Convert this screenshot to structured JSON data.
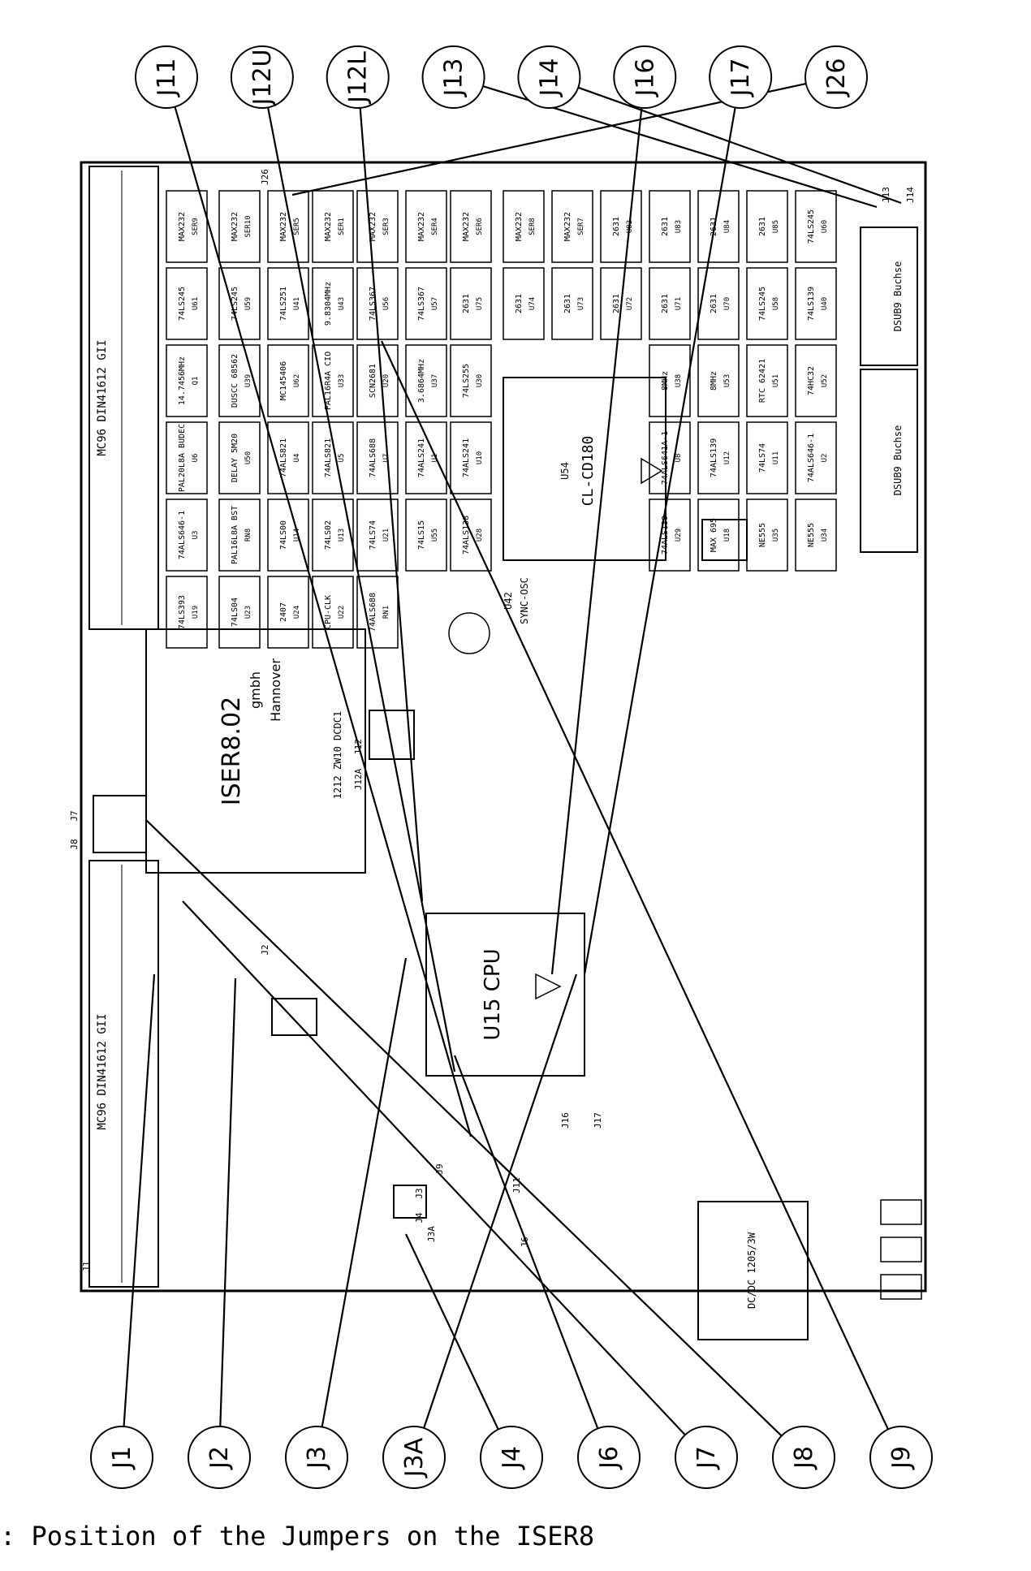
{
  "caption": ": Position of the Jumpers on the ISER8",
  "board": {
    "top_connector_label": "MC96 DIN41612 GII",
    "bottom_connector_label": "MC96 DIN41612 GII",
    "center_module_title": "ISER8.02",
    "center_module_company_1": "gmbh",
    "center_module_company_2": "Hannover",
    "cpu_label": "U15 CPU",
    "ctrl_label": "CL-CD180",
    "ctrl_ref": "U54",
    "dsub_top": "DSUB9 Buchse",
    "dsub_bottom": "DSUB9 Buchse",
    "dcdc_label": "DC/DC 1205/3W",
    "module_dcdc": "1212 ZW10 DCDC1",
    "sync_osc": "SYNC-OSC",
    "sync_ref": "U42"
  },
  "chips": [
    {
      "label": "MAX232",
      "sub": "SER9"
    },
    {
      "label": "MAX232",
      "sub": "SER10"
    },
    {
      "label": "MAX232",
      "sub": "SER5"
    },
    {
      "label": "MAX232",
      "sub": "SER1"
    },
    {
      "label": "MAX232",
      "sub": "SER3"
    },
    {
      "label": "MAX232",
      "sub": "SER4"
    },
    {
      "label": "MAX232",
      "sub": "SER6"
    },
    {
      "label": "MAX232",
      "sub": "SER8"
    },
    {
      "label": "MAX232",
      "sub": "SER7"
    },
    {
      "label": "2631",
      "sub": "U82"
    },
    {
      "label": "2631",
      "sub": "U83"
    },
    {
      "label": "2631",
      "sub": "U84"
    },
    {
      "label": "2631",
      "sub": "U85"
    },
    {
      "label": "74LS245",
      "sub": "U60"
    },
    {
      "label": "74LS245",
      "sub": "U61"
    },
    {
      "label": "74LS245",
      "sub": "U59"
    },
    {
      "label": "74LS251",
      "sub": "U41"
    },
    {
      "label": "9.8304MHz",
      "sub": "U43"
    },
    {
      "label": "74LS367",
      "sub": "U56"
    },
    {
      "label": "74LS367",
      "sub": "U57"
    },
    {
      "label": "2631",
      "sub": "U75"
    },
    {
      "label": "2631",
      "sub": "U74"
    },
    {
      "label": "2631",
      "sub": "U73"
    },
    {
      "label": "2631",
      "sub": "U72"
    },
    {
      "label": "2631",
      "sub": "U71"
    },
    {
      "label": "2631",
      "sub": "U70"
    },
    {
      "label": "74LS245",
      "sub": "U58"
    },
    {
      "label": "74LS139",
      "sub": "U40"
    },
    {
      "label": "14.7456MHz",
      "sub": "Q1"
    },
    {
      "label": "DUSCC 68562",
      "sub": "U39"
    },
    {
      "label": "MC145406",
      "sub": "U62"
    },
    {
      "label": "PAL16R4A CIO",
      "sub": "U33"
    },
    {
      "label": "SCN2681",
      "sub": "U20"
    },
    {
      "label": "3.6864MHz",
      "sub": "U37"
    },
    {
      "label": "74LS255",
      "sub": "U30"
    },
    {
      "label": "8MHz",
      "sub": "U38"
    },
    {
      "label": "8MHz",
      "sub": "U53"
    },
    {
      "label": "RTC 62421",
      "sub": "U51"
    },
    {
      "label": "74HC32",
      "sub": "U52"
    },
    {
      "label": "PAL20L8A BUDEC",
      "sub": "U6"
    },
    {
      "label": "DELAY 5M20",
      "sub": "U50"
    },
    {
      "label": "74ALS821",
      "sub": "U4"
    },
    {
      "label": "74ALS821",
      "sub": "U5"
    },
    {
      "label": "74ALS688",
      "sub": "U7"
    },
    {
      "label": "74ALS241",
      "sub": "U1"
    },
    {
      "label": "74ALS241",
      "sub": "U10"
    },
    {
      "label": "74ALS641A-1",
      "sub": "U8"
    },
    {
      "label": "74ALS139",
      "sub": "U12"
    },
    {
      "label": "74LS74",
      "sub": "U11"
    },
    {
      "label": "74ALS646-1",
      "sub": "U2"
    },
    {
      "label": "74ALS646-1",
      "sub": "U3"
    },
    {
      "label": "PAL16L8A BST",
      "sub": "RN8"
    },
    {
      "label": "74LS00",
      "sub": "U14"
    },
    {
      "label": "74LS02",
      "sub": "U13"
    },
    {
      "label": "74LS74",
      "sub": "U21"
    },
    {
      "label": "74LS15",
      "sub": "U55"
    },
    {
      "label": "74ALS138",
      "sub": "U28"
    },
    {
      "label": "74ALS139",
      "sub": "U29"
    },
    {
      "label": "MAX 695",
      "sub": "U18"
    },
    {
      "label": "NE555",
      "sub": "U35"
    },
    {
      "label": "NE555",
      "sub": "U34"
    },
    {
      "label": "74LS393",
      "sub": "U19"
    },
    {
      "label": "74LS04",
      "sub": "U23"
    },
    {
      "label": "2407",
      "sub": "U24"
    },
    {
      "label": "CPU-CLK",
      "sub": "U22"
    },
    {
      "label": "74ALS688",
      "sub": "RN1"
    }
  ],
  "jumpers_top": [
    {
      "id": "J11",
      "to": [
        580,
        1400
      ]
    },
    {
      "id": "J12U",
      "to": [
        560,
        1320
      ]
    },
    {
      "id": "J12L",
      "to": [
        520,
        1110
      ]
    },
    {
      "id": "J13",
      "to": [
        1080,
        255
      ]
    },
    {
      "id": "J14",
      "to": [
        1110,
        250
      ]
    },
    {
      "id": "J16",
      "to": [
        680,
        1200
      ]
    },
    {
      "id": "J17",
      "to": [
        720,
        1200
      ]
    },
    {
      "id": "J26",
      "to": [
        360,
        240
      ]
    }
  ],
  "jumpers_bottom": [
    {
      "id": "J1",
      "to": [
        190,
        1200
      ]
    },
    {
      "id": "J2",
      "to": [
        290,
        1205
      ]
    },
    {
      "id": "J3",
      "to": [
        500,
        1180
      ]
    },
    {
      "id": "J3A",
      "to": [
        710,
        1200
      ]
    },
    {
      "id": "J4",
      "to": [
        500,
        1520
      ]
    },
    {
      "id": "J6",
      "to": [
        560,
        1300
      ]
    },
    {
      "id": "J7",
      "to": [
        225,
        1110
      ]
    },
    {
      "id": "J8",
      "to": [
        180,
        1010
      ]
    },
    {
      "id": "J9",
      "to": [
        470,
        420
      ]
    }
  ],
  "board_jumpers": [
    "J7",
    "J8",
    "J12",
    "J12A",
    "J26",
    "J13",
    "J14",
    "J16",
    "J17",
    "J11",
    "J2",
    "J3",
    "J3A",
    "J4",
    "J6",
    "J9",
    "J1"
  ]
}
